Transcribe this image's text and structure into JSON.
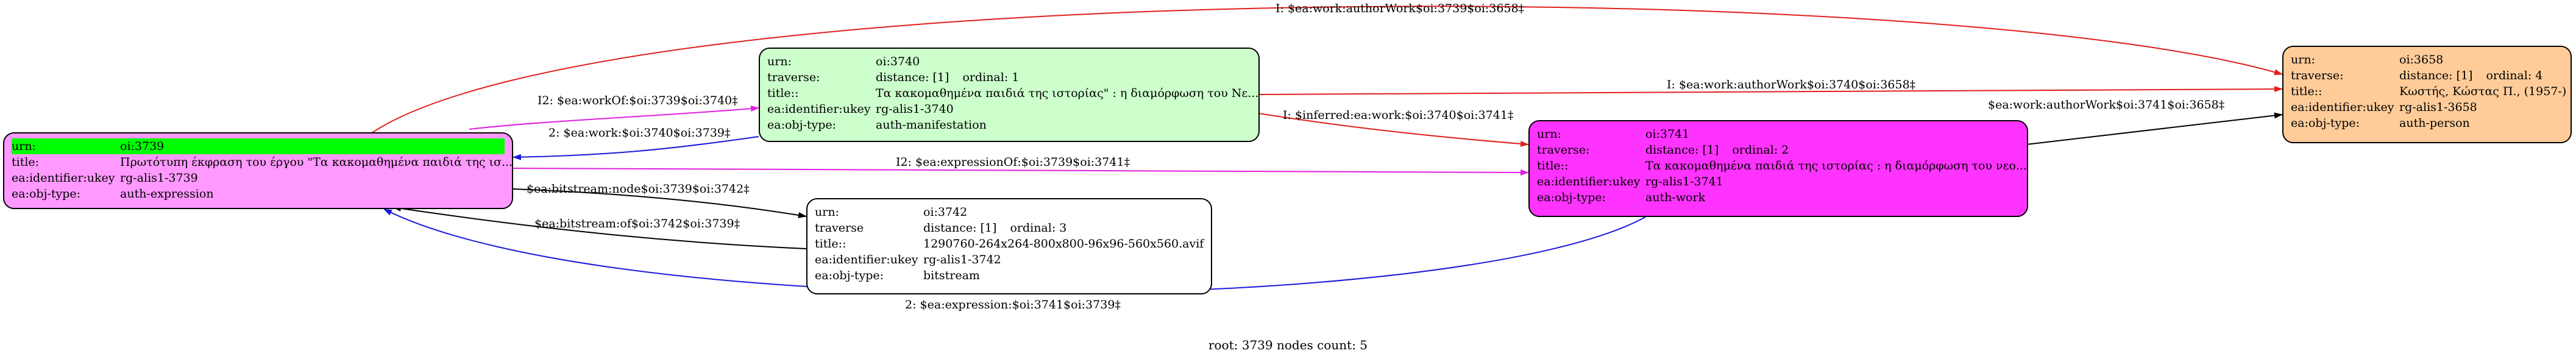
{
  "colors": {
    "n3739": "#ff99ff",
    "n3740": "#ccffcc",
    "n3741": "#ff33ff",
    "n3742": "#ffffff",
    "n3658": "#ffcc99",
    "highlight": "#00ff00",
    "edge_red": "#e0201c",
    "edge_blue": "#1a1adb",
    "edge_magenta": "#e020e0",
    "edge_black": "#000000"
  },
  "nodes": {
    "n3739": {
      "rows": [
        {
          "k": "urn:",
          "v": "oi:3739"
        },
        {
          "k": "title:",
          "v": "Πρωτότυπη έκφραση του έργου \"Τα κακομαθημένα παιδιά της ισ..."
        },
        {
          "k": "ea:identifier:ukey",
          "v": "rg-alis1-3739"
        },
        {
          "k": "ea:obj-type:",
          "v": "auth-expression"
        }
      ]
    },
    "n3740": {
      "rows": [
        {
          "k": "urn:",
          "v": "oi:3740"
        },
        {
          "k": "traverse:",
          "v": "distance: [1]",
          "v3": "ordinal: 1"
        },
        {
          "k": "title::",
          "v": "Τα κακομαθημένα παιδιά της ιστορίας\" : η διαμόρφωση του Νε..."
        },
        {
          "k": "ea:identifier:ukey",
          "v": "rg-alis1-3740"
        },
        {
          "k": "ea:obj-type:",
          "v": "auth-manifestation"
        }
      ]
    },
    "n3741": {
      "rows": [
        {
          "k": "urn:",
          "v": "oi:3741"
        },
        {
          "k": "traverse:",
          "v": "distance: [1]",
          "v3": "ordinal: 2"
        },
        {
          "k": "title::",
          "v": "Τα κακομαθημένα παιδιά της ιστορίας : η διαμόρφωση του νεο..."
        },
        {
          "k": "ea:identifier:ukey",
          "v": "rg-alis1-3741"
        },
        {
          "k": "ea:obj-type:",
          "v": "auth-work"
        }
      ]
    },
    "n3742": {
      "rows": [
        {
          "k": "urn:",
          "v": "oi:3742"
        },
        {
          "k": "traverse",
          "v": "distance: [1]",
          "v3": "ordinal: 3"
        },
        {
          "k": "title::",
          "v": "1290760-264x264-800x800-96x96-560x560.avif"
        },
        {
          "k": "ea:identifier:ukey",
          "v": "rg-alis1-3742"
        },
        {
          "k": "ea:obj-type:",
          "v": "bitstream"
        }
      ]
    },
    "n3658": {
      "rows": [
        {
          "k": "urn:",
          "v": "oi:3658"
        },
        {
          "k": "traverse:",
          "v": "distance: [1]",
          "v3": "ordinal: 4"
        },
        {
          "k": "title::",
          "v": "Κωστής, Κώστας Π., (1957-)"
        },
        {
          "k": "ea:identifier:ukey",
          "v": "rg-alis1-3658"
        },
        {
          "k": "ea:obj-type:",
          "v": "auth-person"
        }
      ]
    }
  },
  "edges": {
    "e_top": "I: $ea:work:authorWork$oi:3739$oi:3658‡",
    "e_3740_3658": "I: $ea:work:authorWork$oi:3740$oi:3658‡",
    "e_3741_3658": "$ea:work:authorWork$oi:3741$oi:3658‡",
    "e_workOf": "I2: $ea:workOf:$oi:3739$oi:3740‡",
    "e_work_3740": "2: $ea:work:$oi:3740$oi:3739‡",
    "e_inferred": "I: $inferred:ea:work:$oi:3740$oi:3741‡",
    "e_expressionOf": "I2: $ea:expressionOf:$oi:3739$oi:3741‡",
    "e_bitstream_node": "$ea:bitstream:node$oi:3739$oi:3742‡",
    "e_bitstreamOf": "$ea:bitstream:of$oi:3742$oi:3739‡",
    "e_expression_3741": "2: $ea:expression:$oi:3741$oi:3739‡"
  },
  "footer": "root: 3739 nodes count: 5"
}
